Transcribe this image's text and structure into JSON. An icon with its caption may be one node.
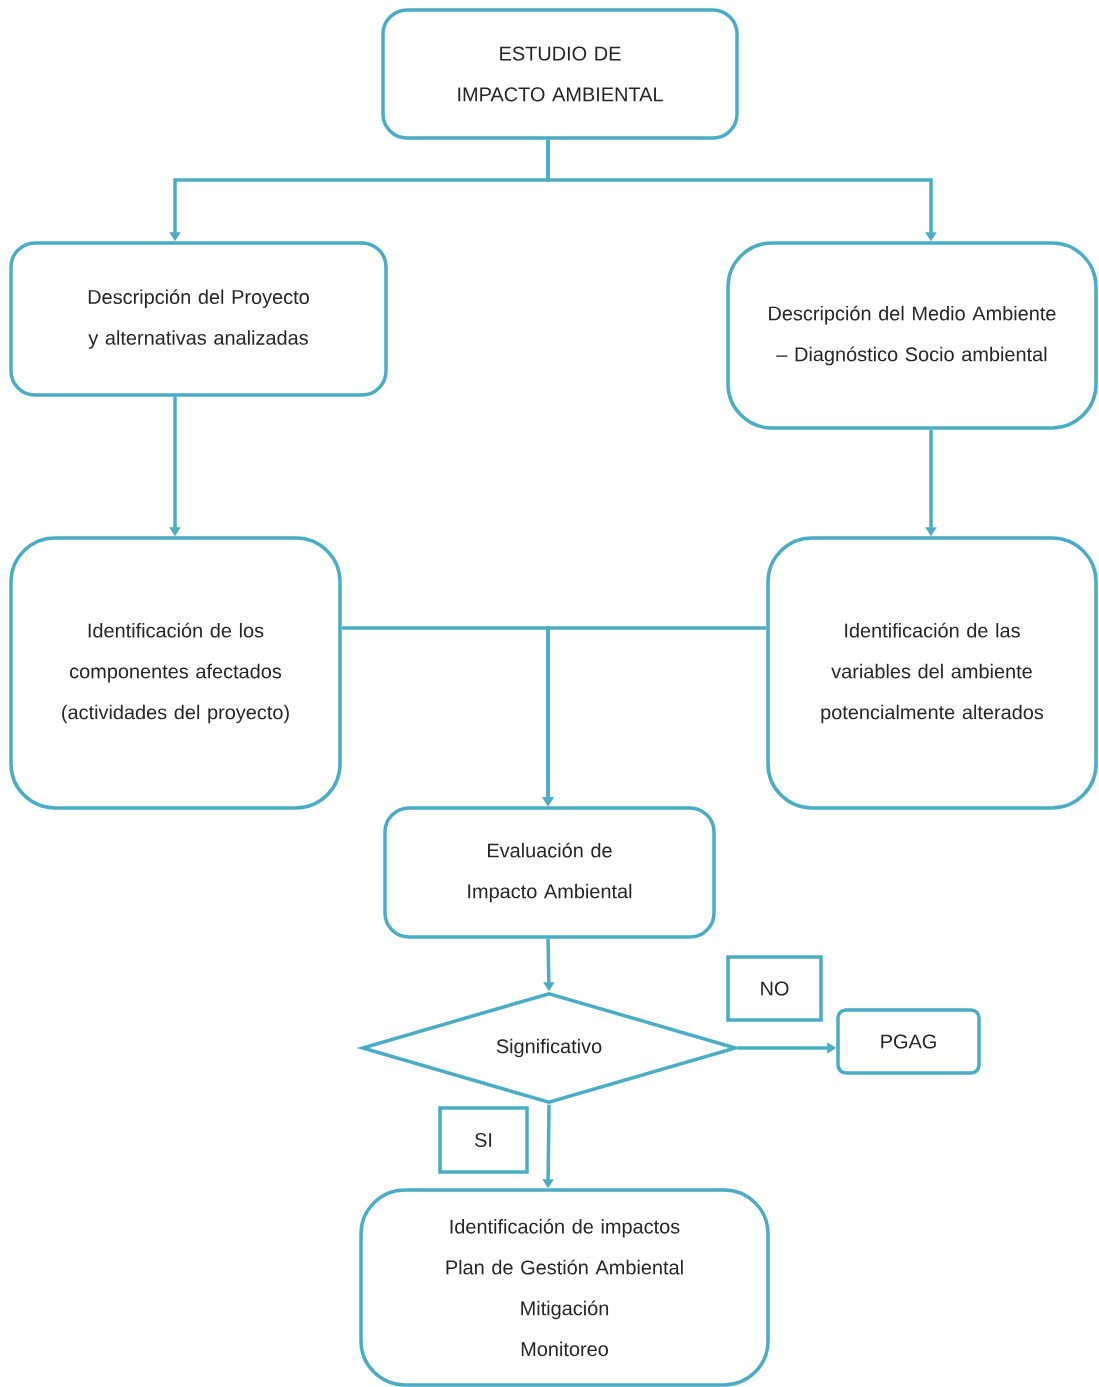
{
  "diagram": {
    "nodes": [
      {
        "text": [
          "ESTUDIO DE IMPACTO AMBIENTAL"
        ]
      },
      {
        "text": [
          "Descripción del Proyecto y alternativas analizadas"
        ]
      },
      {
        "text": [
          "Descripción del Medio Ambiente – Diagnóstico Socio ambiental"
        ]
      },
      {
        "text": [
          "Identificación de los componentes afectados (actividades del proyecto)"
        ]
      },
      {
        "text": [
          "Identificación de las variables del ambiente potencialmente alterados"
        ]
      },
      {
        "text": [
          "Evaluación de Impacto Ambiental"
        ]
      },
      {
        "text": [
          "Significativo"
        ]
      },
      {
        "text": [
          "NO"
        ]
      },
      {
        "text": [
          "PGAG"
        ]
      },
      {
        "text": [
          "SI"
        ]
      },
      {
        "text": [
          "Identificación de impactos",
          "Plan de Gestión Ambiental",
          "Mitigación",
          "Monitoreo"
        ]
      }
    ],
    "edges": [
      {
        "from": 0,
        "to": 1,
        "arrow": "to"
      },
      {
        "from": 0,
        "to": 2,
        "arrow": "to"
      },
      {
        "from": 1,
        "to": 3,
        "arrow": "to"
      },
      {
        "from": 2,
        "to": 4,
        "arrow": "to"
      },
      {
        "from": 3,
        "to": 5,
        "arrow": "to"
      },
      {
        "from": 4,
        "to": 5,
        "arrow": "to"
      },
      {
        "from": 5,
        "to": 6,
        "arrow": "to"
      },
      {
        "from": 6,
        "to": 8,
        "arrow": "to"
      },
      {
        "from": 6,
        "to": 10,
        "arrow": "to"
      }
    ]
  }
}
